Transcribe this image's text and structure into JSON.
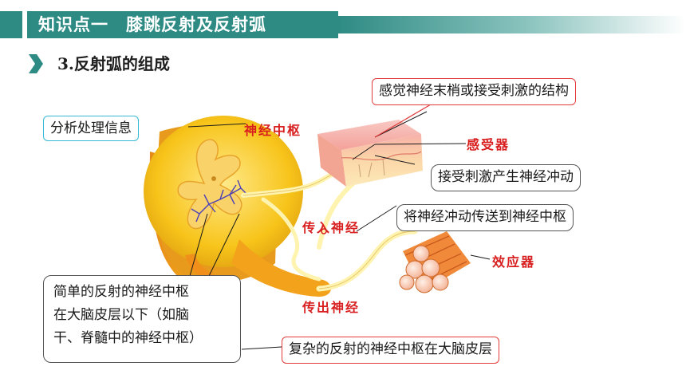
{
  "header": {
    "title": "知识点一　膝跳反射及反射弧"
  },
  "section": {
    "title": "3.反射弧的组成"
  },
  "labels": {
    "center": "神经中枢",
    "receptor": "感受器",
    "afferent": "传入神经",
    "efferent": "传出神经",
    "effector": "效应器"
  },
  "callouts": {
    "analyze": "分析处理信息",
    "receptor_def": "感觉神经末梢或接受刺激的结构",
    "receptor_fn": "接受刺激产生神经冲动",
    "afferent_fn": "将神经冲动传送到神经中枢",
    "simple_center_line1": "简单的反射的神经中枢",
    "simple_center_line2": "在大脑皮层以下（如脑",
    "simple_center_line3": "干、脊髓中的神经中枢）",
    "complex_center": "复杂的反射的神经中枢在大脑皮层"
  },
  "colors": {
    "teal": "#2e8b84",
    "red_label": "#d81e1e",
    "spinal_yellow": "#f7d11e",
    "nerve_cream": "#fff3b0",
    "muscle_orange": "#f0883a"
  }
}
